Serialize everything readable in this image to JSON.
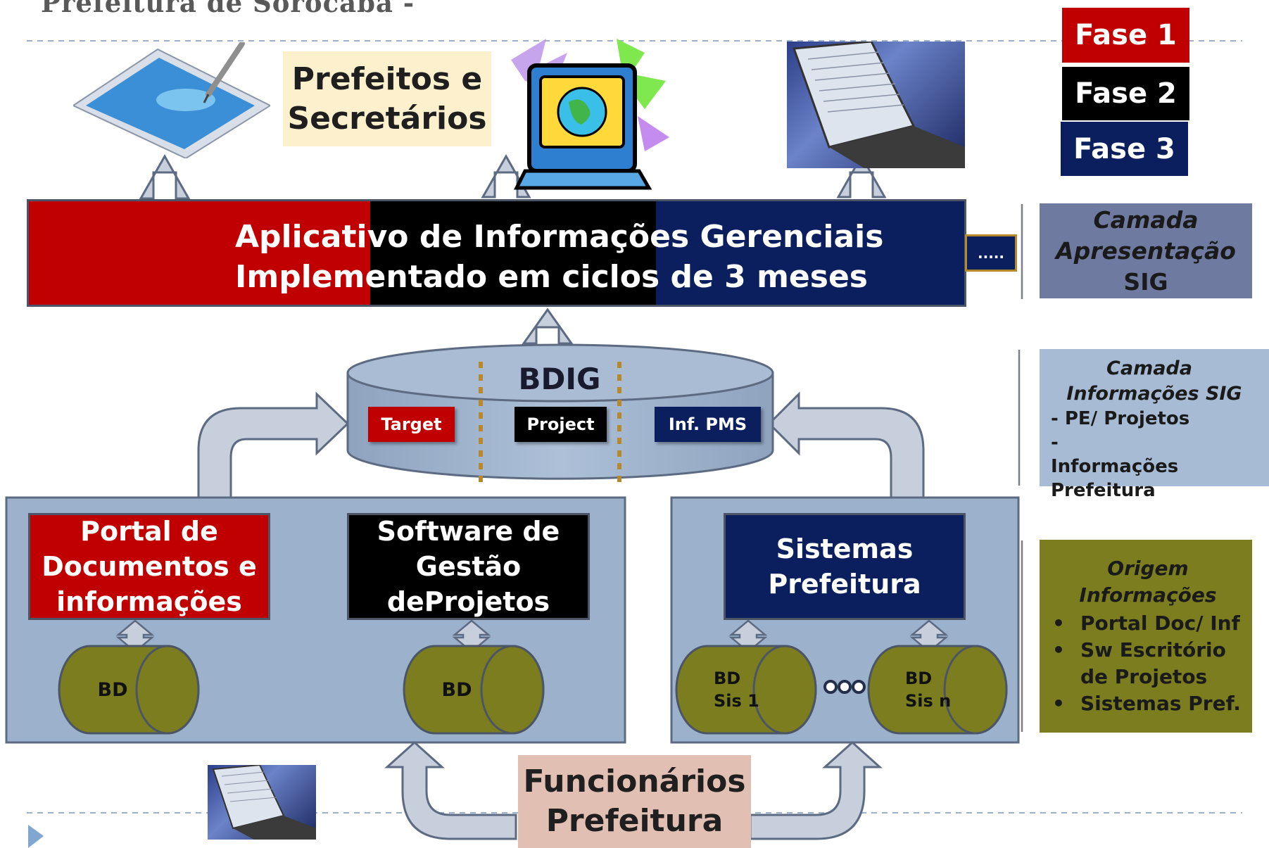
{
  "page_title": "Prefeitura de Sorocaba -",
  "phases": [
    "Fase 1",
    "Fase 2",
    "Fase 3"
  ],
  "top_label": {
    "line1": "Prefeitos e",
    "line2": "Secretários"
  },
  "application": {
    "line1": "Aplicativo de Informações Gerenciais",
    "line2": "Implementado em ciclos de 3 meses",
    "more": "....."
  },
  "database": {
    "title": "BDIG",
    "chips": [
      "Target",
      "Project",
      "Inf. PMS"
    ]
  },
  "systems": {
    "portal": "Portal de Documentos e informações",
    "software": "Software de Gestão deProjetos",
    "sistemas": "Sistemas Prefeitura",
    "bd": "BD",
    "bd_sis_1": {
      "line1": "BD",
      "line2": "Sis 1"
    },
    "bd_sis_n": {
      "line1": "BD",
      "line2": "Sis n"
    }
  },
  "bottom_label": {
    "line1": "Funcionários",
    "line2": "Prefeitura"
  },
  "side_panels": {
    "presentation": {
      "line1": "Camada",
      "line2": "Apresentação",
      "line3": "SIG"
    },
    "information": {
      "line1": "Camada",
      "line2": "Informações SIG",
      "items": [
        "- PE/ Projetos",
        "- Informações Prefeitura"
      ]
    },
    "origin": {
      "line1": "Origem",
      "line2": "Informações",
      "items": [
        "Portal Doc/ Inf",
        "Sw Escritório de Projetos",
        "Sistemas Pref."
      ]
    }
  },
  "icons": [
    "tablet-pen-icon",
    "globe-computer-icon",
    "laptop-photo-icon",
    "small-laptop-photo-icon",
    "slide-bullet-icon"
  ],
  "colors": {
    "red": "#c00000",
    "black": "#000000",
    "navy": "#0b1f5e",
    "panel_blue": "#9cb2cc",
    "olive": "#7b7d1f",
    "presentation_slate": "#6f7aa0",
    "info_light": "#a7bcd4",
    "cream": "#fdf0cd",
    "pink": "#e2bfb3"
  }
}
